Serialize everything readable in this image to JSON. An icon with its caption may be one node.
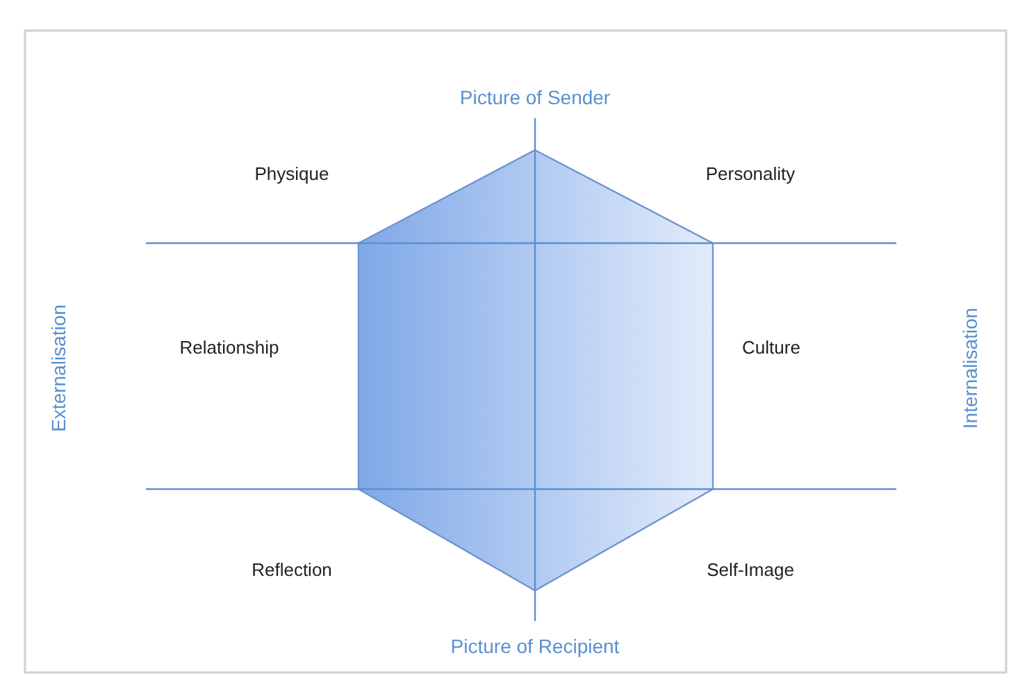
{
  "diagram": {
    "labels": [
      "Picture of Sender",
      "Physique",
      "Personality",
      "Externalisation",
      "Relationship",
      "Culture",
      "Internalisation",
      "Reflection",
      "Self-Image",
      "Picture of Recipient"
    ]
  }
}
